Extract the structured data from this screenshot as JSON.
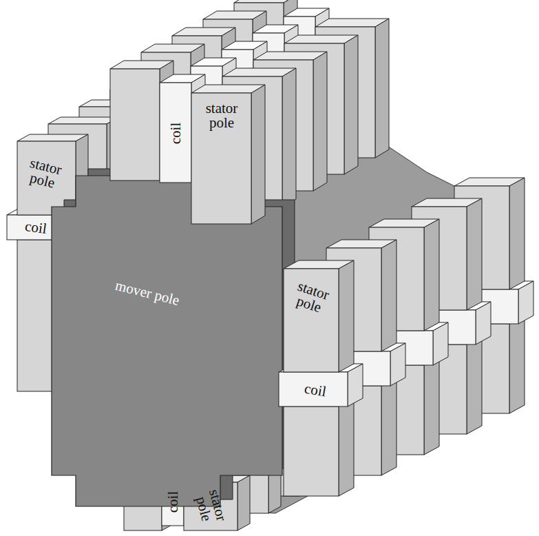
{
  "diagram": {
    "labels": [
      "coil",
      "stator pole",
      "stator pole",
      "coil",
      "mover pole",
      "stator pole",
      "coil",
      "coil",
      "stator pole"
    ]
  }
}
